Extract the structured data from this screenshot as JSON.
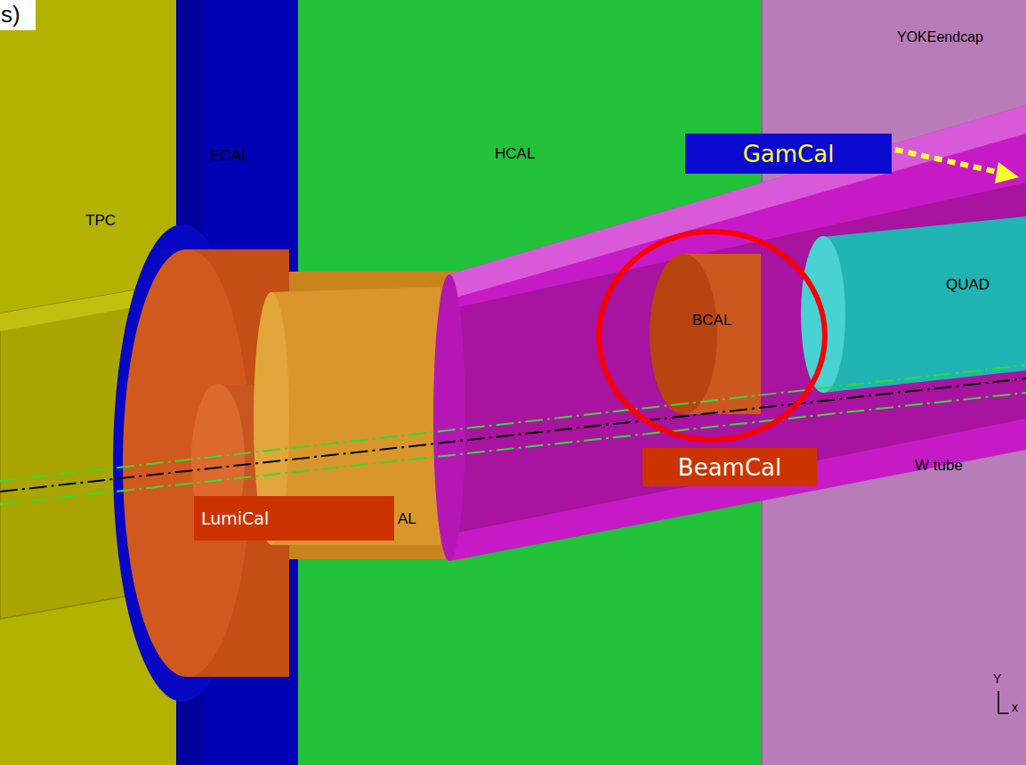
{
  "diagram": {
    "nodes": [
      {
        "text": [
          "GamCal"
        ]
      },
      {
        "text": [
          "BeamCal"
        ]
      },
      {
        "text": [
          "LumiCal"
        ]
      }
    ],
    "labels": [
      "s)",
      "TPC",
      "ECAL",
      "HCAL",
      "YOKEendcap",
      "QUAD",
      "BCAL",
      "W tube",
      "AL",
      "Y",
      "x"
    ]
  }
}
